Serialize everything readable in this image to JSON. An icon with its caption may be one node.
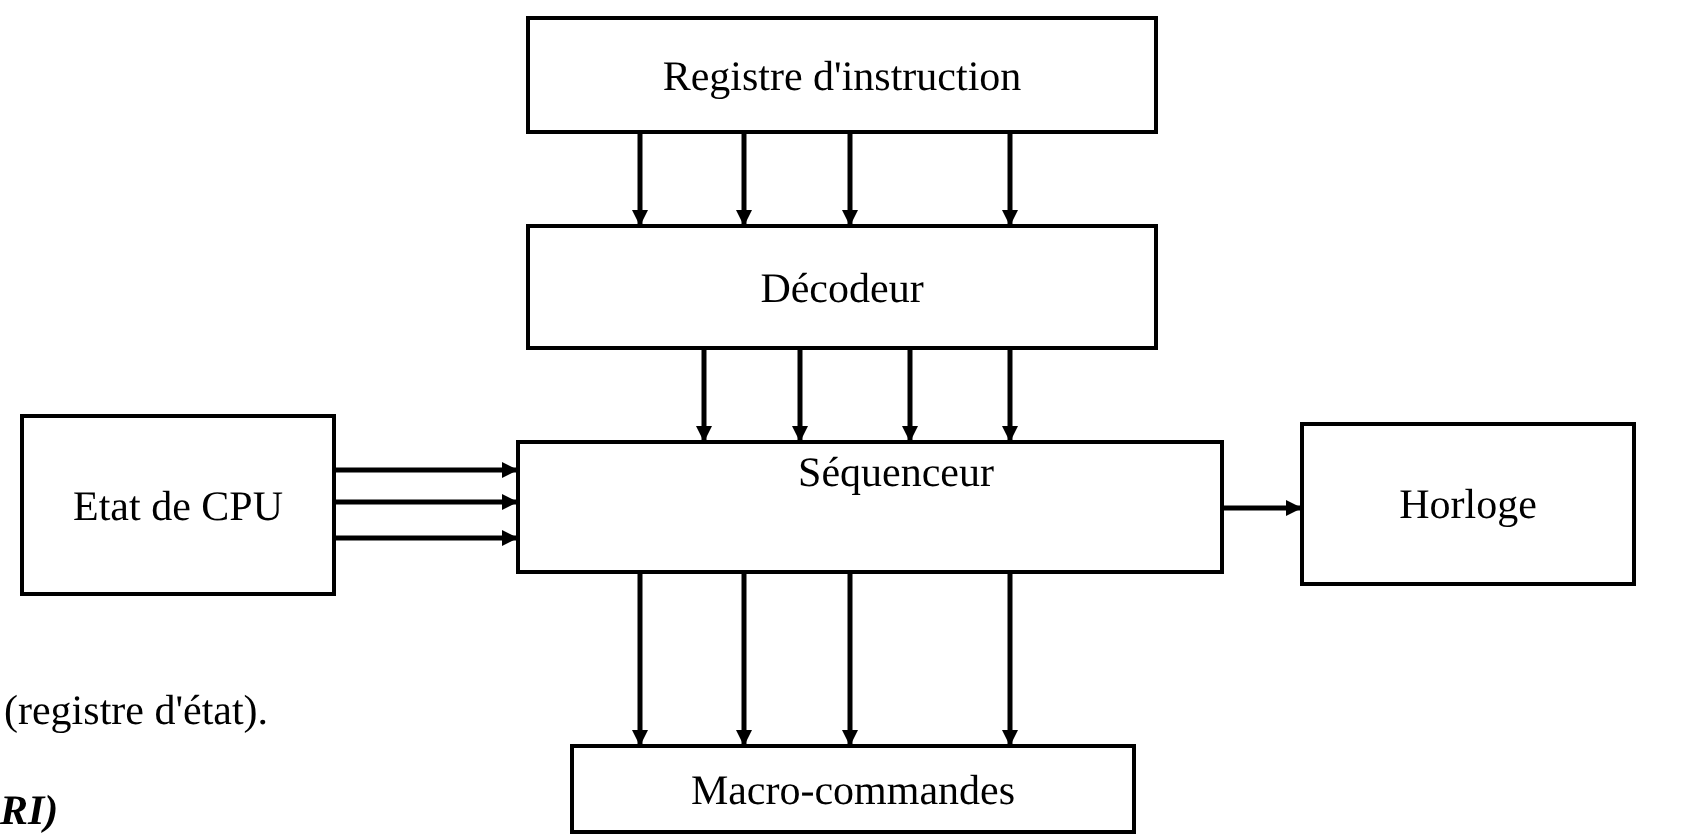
{
  "diagram": {
    "nodes": [
      {
        "text": [
          "Registre d'instruction"
        ]
      },
      {
        "text": [
          "Décodeur"
        ]
      },
      {
        "text": [
          "Etat de CPU"
        ]
      },
      {
        "text": [
          "Séquenceur"
        ]
      },
      {
        "text": [
          "Horloge"
        ]
      },
      {
        "text": [
          "Macro-commandes"
        ]
      }
    ],
    "edges": [
      {
        "from": 0,
        "to": 1,
        "arrow": "to"
      },
      {
        "from": 0,
        "to": 1,
        "arrow": "to"
      },
      {
        "from": 0,
        "to": 1,
        "arrow": "to"
      },
      {
        "from": 0,
        "to": 1,
        "arrow": "to"
      },
      {
        "from": 1,
        "to": 3,
        "arrow": "to"
      },
      {
        "from": 1,
        "to": 3,
        "arrow": "to"
      },
      {
        "from": 1,
        "to": 3,
        "arrow": "to"
      },
      {
        "from": 1,
        "to": 3,
        "arrow": "to"
      },
      {
        "from": 2,
        "to": 3,
        "arrow": "to"
      },
      {
        "from": 2,
        "to": 3,
        "arrow": "to"
      },
      {
        "from": 2,
        "to": 3,
        "arrow": "to"
      },
      {
        "from": 3,
        "to": 4,
        "arrow": "to"
      },
      {
        "from": 3,
        "to": 5,
        "arrow": "to"
      },
      {
        "from": 3,
        "to": 5,
        "arrow": "to"
      },
      {
        "from": 3,
        "to": 5,
        "arrow": "to"
      },
      {
        "from": 3,
        "to": 5,
        "arrow": "to"
      }
    ],
    "labels": [
      "(registre d'état).",
      "RI)"
    ]
  }
}
